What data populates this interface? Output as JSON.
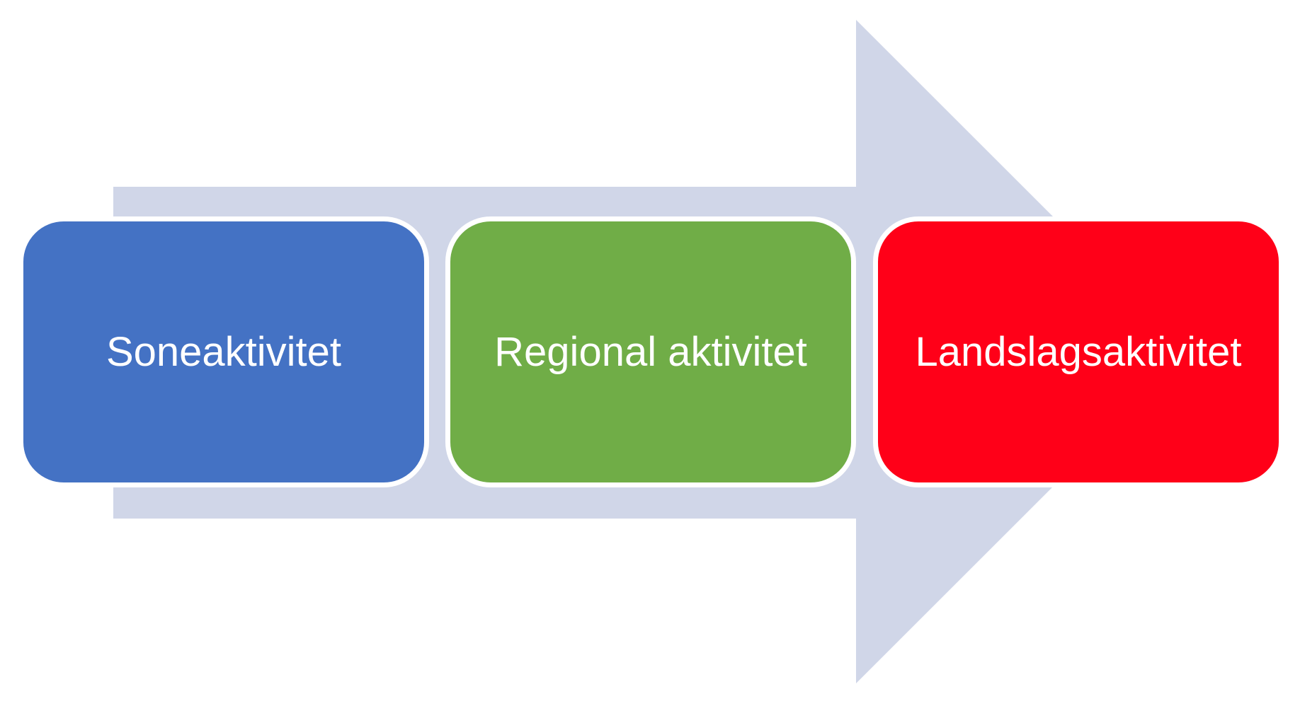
{
  "diagram": {
    "arrow_color": "#d0d6e8",
    "steps": [
      {
        "label": "Soneaktivitet",
        "color": "#4472c4"
      },
      {
        "label": "Regional aktivitet",
        "color": "#70ad47"
      },
      {
        "label": "Landslagsaktivitet",
        "color": "#ff0018"
      }
    ]
  }
}
